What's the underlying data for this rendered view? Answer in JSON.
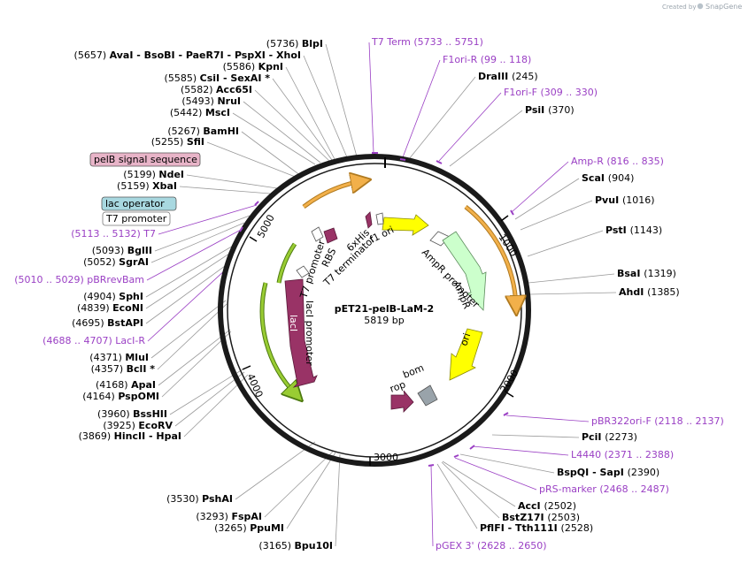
{
  "watermark": {
    "text": "Created by",
    "brand": "SnapGene",
    "icon": "snapgene-logo-icon"
  },
  "plasmid": {
    "name": "pET21-pelB-LaM-2",
    "length": "5819 bp"
  },
  "tick_labels": [
    "1000",
    "2000",
    "3000",
    "4000",
    "5000"
  ],
  "colors": {
    "primer": "#9a3fc4",
    "backbone": "#1a1a1a",
    "f1ori": "#ffff00",
    "ampr": "#ccffcc",
    "ori": "#ffff00",
    "laci": "#993366",
    "orange": "#f2b04a",
    "green": "#99cc33",
    "rop": "#993366",
    "bom": "#99a3aa",
    "lac_operator_box": "#a8d8e0",
    "pelb_box": "#e8b4c8"
  },
  "features_on_map": [
    {
      "id": "f1ori",
      "label": "f1 ori"
    },
    {
      "id": "ampr_promoter",
      "label": "AmpR promoter"
    },
    {
      "id": "ampr",
      "label": "AmpR"
    },
    {
      "id": "ori",
      "label": "ori"
    },
    {
      "id": "bom",
      "label": "bom"
    },
    {
      "id": "rop",
      "label": "rop"
    },
    {
      "id": "laci",
      "label": "lacI"
    },
    {
      "id": "laci_promoter",
      "label": "lacI promoter"
    },
    {
      "id": "t7_promoter_inner",
      "label": "T7 promoter"
    },
    {
      "id": "rbs",
      "label": "RBS"
    },
    {
      "id": "his",
      "label": "6xHis"
    },
    {
      "id": "t7_term",
      "label": "T7 terminator"
    }
  ],
  "boxed_labels": [
    {
      "text": "pelB signal sequence"
    },
    {
      "text": "lac operator"
    },
    {
      "text": "T7 promoter"
    }
  ],
  "left_labels": [
    {
      "pos": "(5736)",
      "name": "BlpI"
    },
    {
      "pos": "(5657)",
      "name": "AvaI   - BsoBI   - PaeR7I   - PspXI   - XhoI"
    },
    {
      "pos": "(5586)",
      "name": "KpnI"
    },
    {
      "pos": "(5585)",
      "name": "CsiI   - SexAI *"
    },
    {
      "pos": "(5582)",
      "name": "Acc65I"
    },
    {
      "pos": "(5493)",
      "name": "NruI"
    },
    {
      "pos": "(5442)",
      "name": "MscI"
    },
    {
      "pos": "(5267)",
      "name": "BamHI"
    },
    {
      "pos": "(5255)",
      "name": "SfiI"
    },
    {
      "pos": "(5199)",
      "name": "NdeI"
    },
    {
      "pos": "(5159)",
      "name": "XbaI"
    },
    {
      "primer": "(5113 .. 5132)  T7"
    },
    {
      "pos": "(5093)",
      "name": "BglII"
    },
    {
      "pos": "(5052)",
      "name": "SgrAI"
    },
    {
      "primer": "(5010 .. 5029)  pBRrevBam"
    },
    {
      "pos": "(4904)",
      "name": "SphI"
    },
    {
      "pos": "(4839)",
      "name": "EcoNI"
    },
    {
      "pos": "(4695)",
      "name": "BstAPI"
    },
    {
      "primer": "(4688 .. 4707)  LacI-R"
    },
    {
      "pos": "(4371)",
      "name": "MluI"
    },
    {
      "pos": "(4357)",
      "name": "BclI *"
    },
    {
      "pos": "(4168)",
      "name": "ApaI"
    },
    {
      "pos": "(4164)",
      "name": "PspOMI"
    },
    {
      "pos": "(3960)",
      "name": "BssHII"
    },
    {
      "pos": "(3925)",
      "name": "EcoRV"
    },
    {
      "pos": "(3869)",
      "name": "HincII   - HpaI"
    },
    {
      "pos": "(3530)",
      "name": "PshAI"
    },
    {
      "pos": "(3293)",
      "name": "FspAI"
    },
    {
      "pos": "(3265)",
      "name": "PpuMI"
    },
    {
      "pos": "(3165)",
      "name": "Bpu10I"
    }
  ],
  "right_labels": [
    {
      "primer_name": "T7 Term",
      "primer_range": "(5733 .. 5751)"
    },
    {
      "primer_name": "F1ori-R",
      "primer_range": "(99 .. 118)"
    },
    {
      "name": "DraIII",
      "pos": "(245)"
    },
    {
      "primer_name": "F1ori-F",
      "primer_range": "(309 .. 330)"
    },
    {
      "name": "PsiI",
      "pos": "(370)"
    },
    {
      "primer_name": "Amp-R",
      "primer_range": "(816 .. 835)"
    },
    {
      "name": "ScaI",
      "pos": "(904)"
    },
    {
      "name": "PvuI",
      "pos": "(1016)"
    },
    {
      "name": "PstI",
      "pos": "(1143)"
    },
    {
      "name": "BsaI",
      "pos": "(1319)"
    },
    {
      "name": "AhdI",
      "pos": "(1385)"
    },
    {
      "primer_name": "pBR322ori-F",
      "primer_range": "(2118 .. 2137)"
    },
    {
      "name": "PciI",
      "pos": "(2273)"
    },
    {
      "primer_name": "L4440",
      "primer_range": "(2371 .. 2388)"
    },
    {
      "name": "BspQI   - SapI",
      "pos": "(2390)"
    },
    {
      "primer_name": "pRS-marker",
      "primer_range": "(2468 .. 2487)"
    },
    {
      "name": "AccI",
      "pos": "(2502)"
    },
    {
      "name": "BstZ17I",
      "pos": "(2503)"
    },
    {
      "name": "PflFI   - Tth111I",
      "pos": "(2528)"
    },
    {
      "primer_name": "pGEX 3'",
      "primer_range": "(2628 .. 2650)"
    }
  ]
}
